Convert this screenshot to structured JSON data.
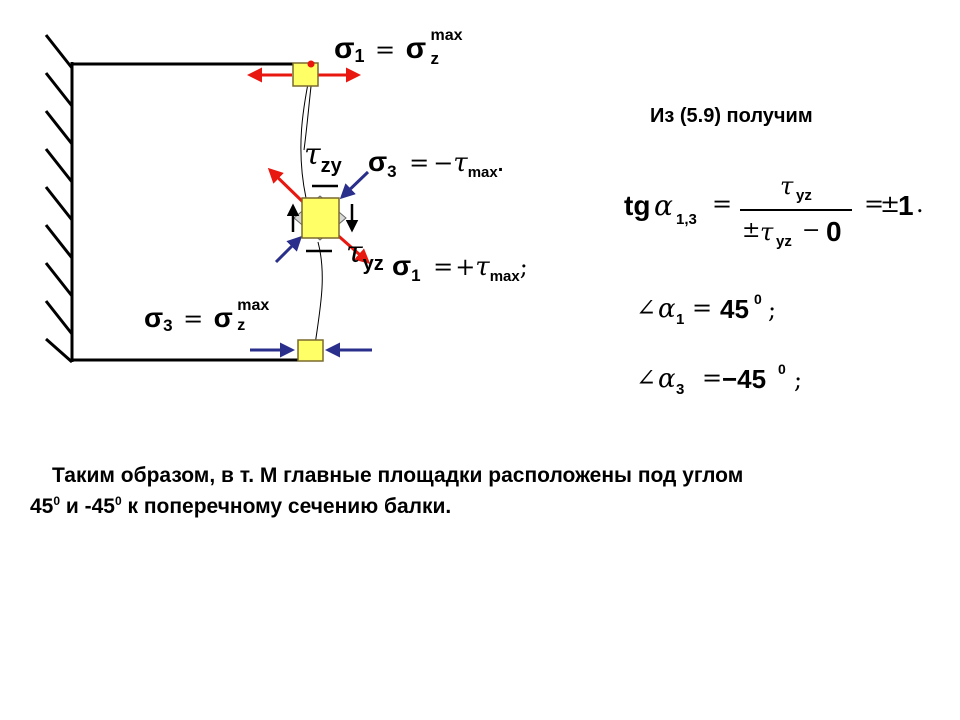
{
  "labels": {
    "sigma": "σ",
    "tau": "τ",
    "alpha": "α",
    "angle": "∠",
    "eq": "=",
    "minus": "−",
    "plus": "+",
    "plusminus": "±",
    "semicolon": ";",
    "dot": ".",
    "one": "1",
    "three": "3",
    "one_three": "1,3",
    "z": "z",
    "zy": "zy",
    "yz": "yz",
    "max": "max",
    "zero": "0",
    "deg": "0",
    "val_45": "45",
    "val_m45": "−45",
    "tg": "tg",
    "one_val": "1",
    "minus_zero": "− 0"
  },
  "text": {
    "heading": "Из (5.9) получим",
    "conclusion_line1": "Таким образом, в т. М главные площадки расположены под углом",
    "conclusion_line2_a": "45",
    "conclusion_line2_sup1": "0",
    "conclusion_line2_b": " и -45",
    "conclusion_line2_sup2": "0",
    "conclusion_line2_c": " к поперечному сечению балки."
  },
  "colors": {
    "tension_arrow": "#e8170f",
    "compression_arrow": "#2a2f8c",
    "element_fill": "#ffff66",
    "element_stroke": "#7a6a2e",
    "support": "#000000"
  }
}
